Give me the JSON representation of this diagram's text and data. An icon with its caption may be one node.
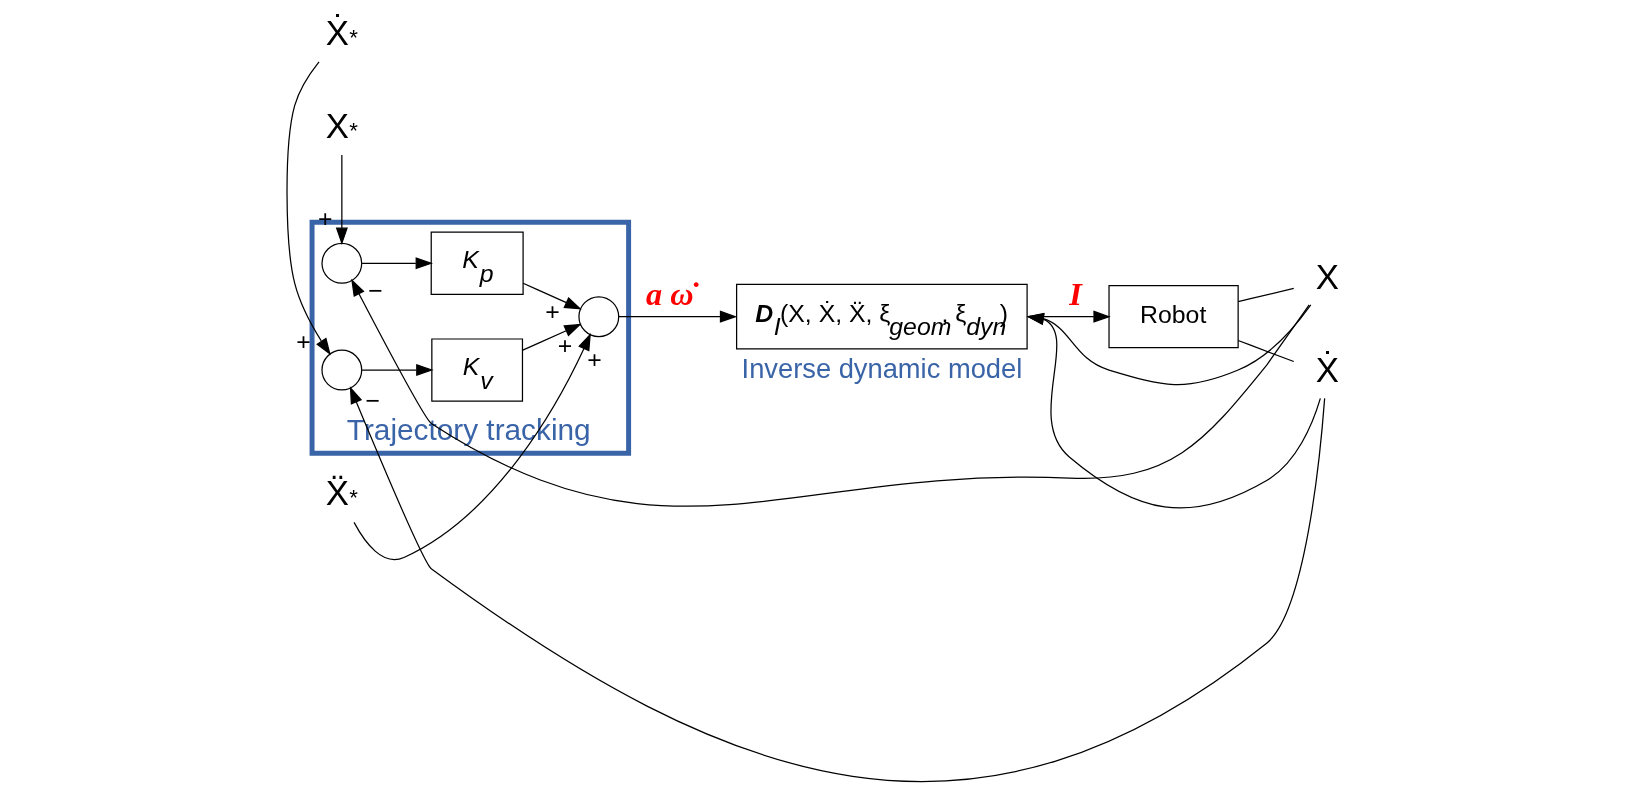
{
  "diagram": {
    "nodes": [
      {
        "text": [
          "Trajectory tracking"
        ]
      },
      {
        "text": [],
        "shape": "circle",
        "in": 0
      },
      {
        "text": [
          "*K*$_{p}$"
        ],
        "in": 0
      },
      {
        "text": [],
        "shape": "circle",
        "in": 0
      },
      {
        "text": [
          "*K*$_{v}$"
        ],
        "in": 0
      },
      {
        "text": [],
        "shape": "circle",
        "in": 0
      },
      {
        "text": [
          "X$^{*}$"
        ]
      },
      {
        "text": [
          "Ẋ$^{*}$"
        ]
      },
      {
        "text": [
          "Ẍ$^{*}$"
        ]
      },
      {
        "text": [
          "**D**$_{I}$(X, Ẋ, Ẍ, ξ$_{geom}$, ξ$_{dyn}$)"
        ],
        "beside": [
          "Inverse dynamic model"
        ]
      },
      {
        "text": [
          "Robot"
        ]
      },
      {
        "text": [
          "X"
        ]
      },
      {
        "text": [
          "Ẋ"
        ]
      }
    ],
    "edges": [
      {
        "from": 6,
        "to": 1,
        "arrow": "to"
      },
      {
        "from": 1,
        "to": 2,
        "arrow": "to"
      },
      {
        "from": 7,
        "to": 3,
        "arrow": "to"
      },
      {
        "from": 3,
        "to": 4,
        "arrow": "to"
      },
      {
        "from": 2,
        "to": 5,
        "arrow": "to"
      },
      {
        "from": 4,
        "to": 5,
        "arrow": "to"
      },
      {
        "from": 8,
        "to": 5,
        "arrow": "to"
      },
      {
        "from": 5,
        "to": 9,
        "arrow": "to",
        "label": "a ω̇"
      },
      {
        "from": 9,
        "to": 10,
        "arrow": "to",
        "label": "I"
      },
      {
        "from": 10,
        "to": 11,
        "arrow": "none"
      },
      {
        "from": 10,
        "to": 12,
        "arrow": "none"
      },
      {
        "from": 11,
        "to": 1,
        "arrow": "to"
      },
      {
        "from": 11,
        "to": 9,
        "arrow": "to"
      },
      {
        "from": 12,
        "to": 3,
        "arrow": "to"
      },
      {
        "from": 12,
        "to": 9,
        "arrow": "to"
      }
    ],
    "labels": [
      "−",
      "+",
      "+",
      "+",
      "+",
      "−",
      "+"
    ]
  }
}
